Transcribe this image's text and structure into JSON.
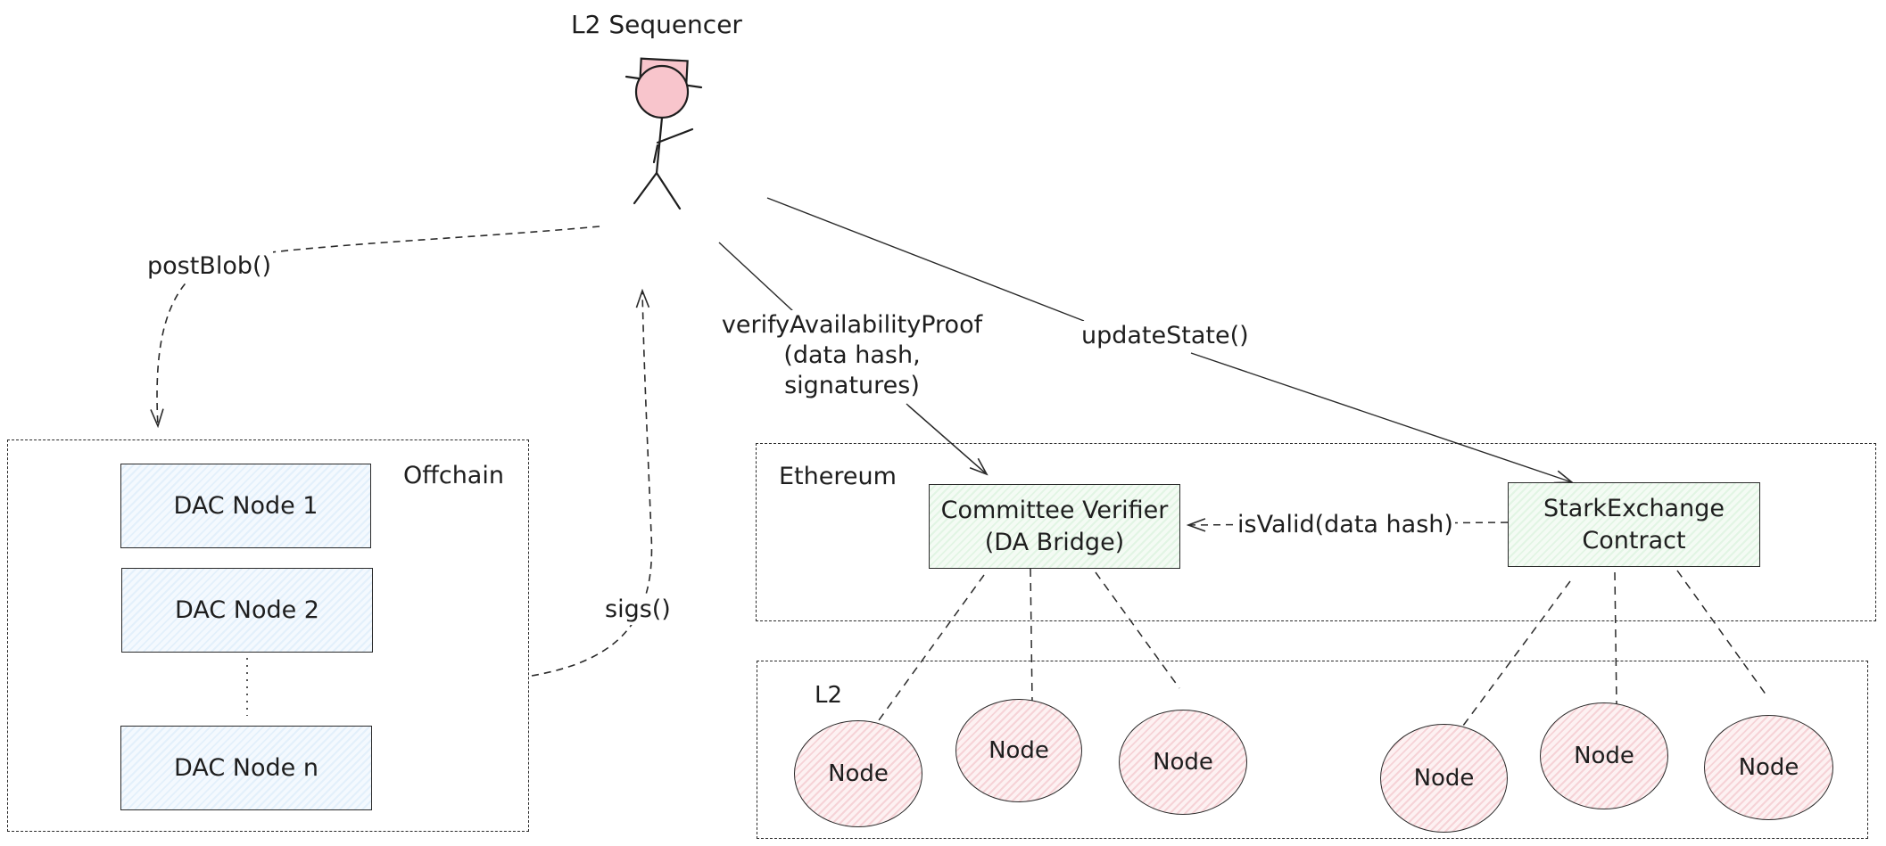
{
  "actor": {
    "label": "L2 Sequencer"
  },
  "groups": {
    "offchain": {
      "label": "Offchain"
    },
    "ethereum": {
      "label": "Ethereum"
    },
    "l2": {
      "label": "L2"
    }
  },
  "dac_nodes": [
    "DAC Node 1",
    "DAC Node 2",
    "DAC Node n"
  ],
  "contracts": {
    "committee_verifier": {
      "line1": "Committee Verifier",
      "line2": "(DA Bridge)"
    },
    "starkexchange": {
      "line1": "StarkExchange",
      "line2": "Contract"
    }
  },
  "l2_nodes": [
    "Node",
    "Node",
    "Node",
    "Node",
    "Node",
    "Node"
  ],
  "edges": {
    "post_blob": "postBlob()",
    "sigs": "sigs()",
    "verify_availability_proof": [
      "verifyAvailabilityProof",
      "(data hash,",
      "signatures)"
    ],
    "update_state": "updateState()",
    "is_valid": "isValid(data hash)"
  }
}
